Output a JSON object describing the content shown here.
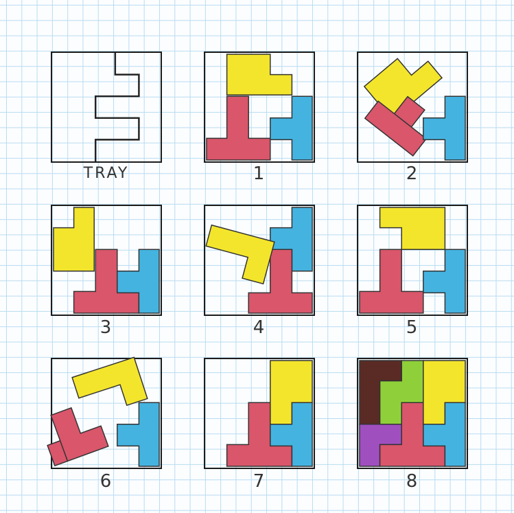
{
  "panels": [
    {
      "id": "tray",
      "label": "TRAY"
    },
    {
      "id": "p1",
      "label": "1"
    },
    {
      "id": "p2",
      "label": "2"
    },
    {
      "id": "p3",
      "label": "3"
    },
    {
      "id": "p4",
      "label": "4"
    },
    {
      "id": "p5",
      "label": "5"
    },
    {
      "id": "p6",
      "label": "6"
    },
    {
      "id": "p7",
      "label": "7"
    },
    {
      "id": "p8",
      "label": "8"
    }
  ],
  "colors": {
    "yellow": "#f3e52c",
    "red": "#d9566b",
    "blue": "#45b3e0",
    "brown": "#5a2b24",
    "green": "#8fd03a",
    "purple": "#a04fbf"
  }
}
